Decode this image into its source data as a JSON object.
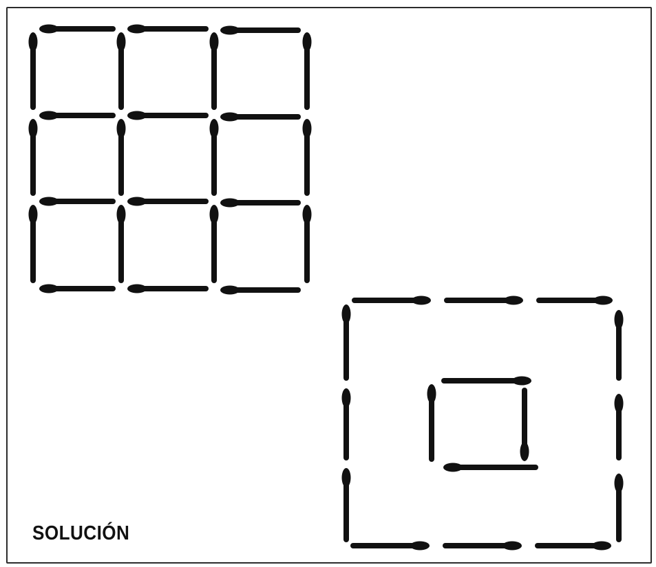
{
  "caption": "SOLUCIÓN",
  "colors": {
    "stroke": "#111111",
    "frame": "#2b2b2b",
    "background": "#ffffff"
  },
  "puzzles": {
    "original": {
      "description_name": "three-by-three-matchstick-grid",
      "matchstick_count": 24
    },
    "solution": {
      "description_name": "square-within-square",
      "matchstick_count": 16
    }
  }
}
